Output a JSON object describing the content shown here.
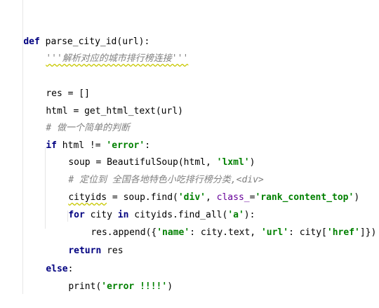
{
  "code": {
    "l1_def": "def",
    "l1_rest": " parse_city_id(url):",
    "l2_doc": "'''解析对应的城市排行榜连接'''",
    "l4_res": "res = []",
    "l5_html": "html = get_html_text(url)",
    "l6_comment": "# 做一个简单的判断",
    "l7_if": "if",
    "l7_mid": " html != ",
    "l7_str": "'error'",
    "l7_end": ":",
    "l8_a": "soup = BeautifulSoup(html, ",
    "l8_str": "'lxml'",
    "l8_b": ")",
    "l9_comment": "# 定位到 全国各地特色小吃排行榜分类,<div>",
    "l10_ident": "cityids",
    "l10_a": " = soup.find(",
    "l10_str1": "'div'",
    "l10_b": ", ",
    "l10_kw": "class_",
    "l10_c": "=",
    "l10_str2": "'rank_content_top'",
    "l10_d": ")",
    "l11_for": "for",
    "l11_a": " city ",
    "l11_in": "in",
    "l11_b": " cityids.find_all(",
    "l11_str": "'a'",
    "l11_c": "):",
    "l12_a": "res.append({",
    "l12_s1": "'name'",
    "l12_b": ": city.text, ",
    "l12_s2": "'url'",
    "l12_c": ": city[",
    "l12_s3": "'href'",
    "l12_d": "]})",
    "l13_return": "return",
    "l13_a": " res",
    "l14_else": "else",
    "l14_a": ":",
    "l15_a": "print(",
    "l15_str": "'error !!!!'",
    "l15_b": ")"
  }
}
